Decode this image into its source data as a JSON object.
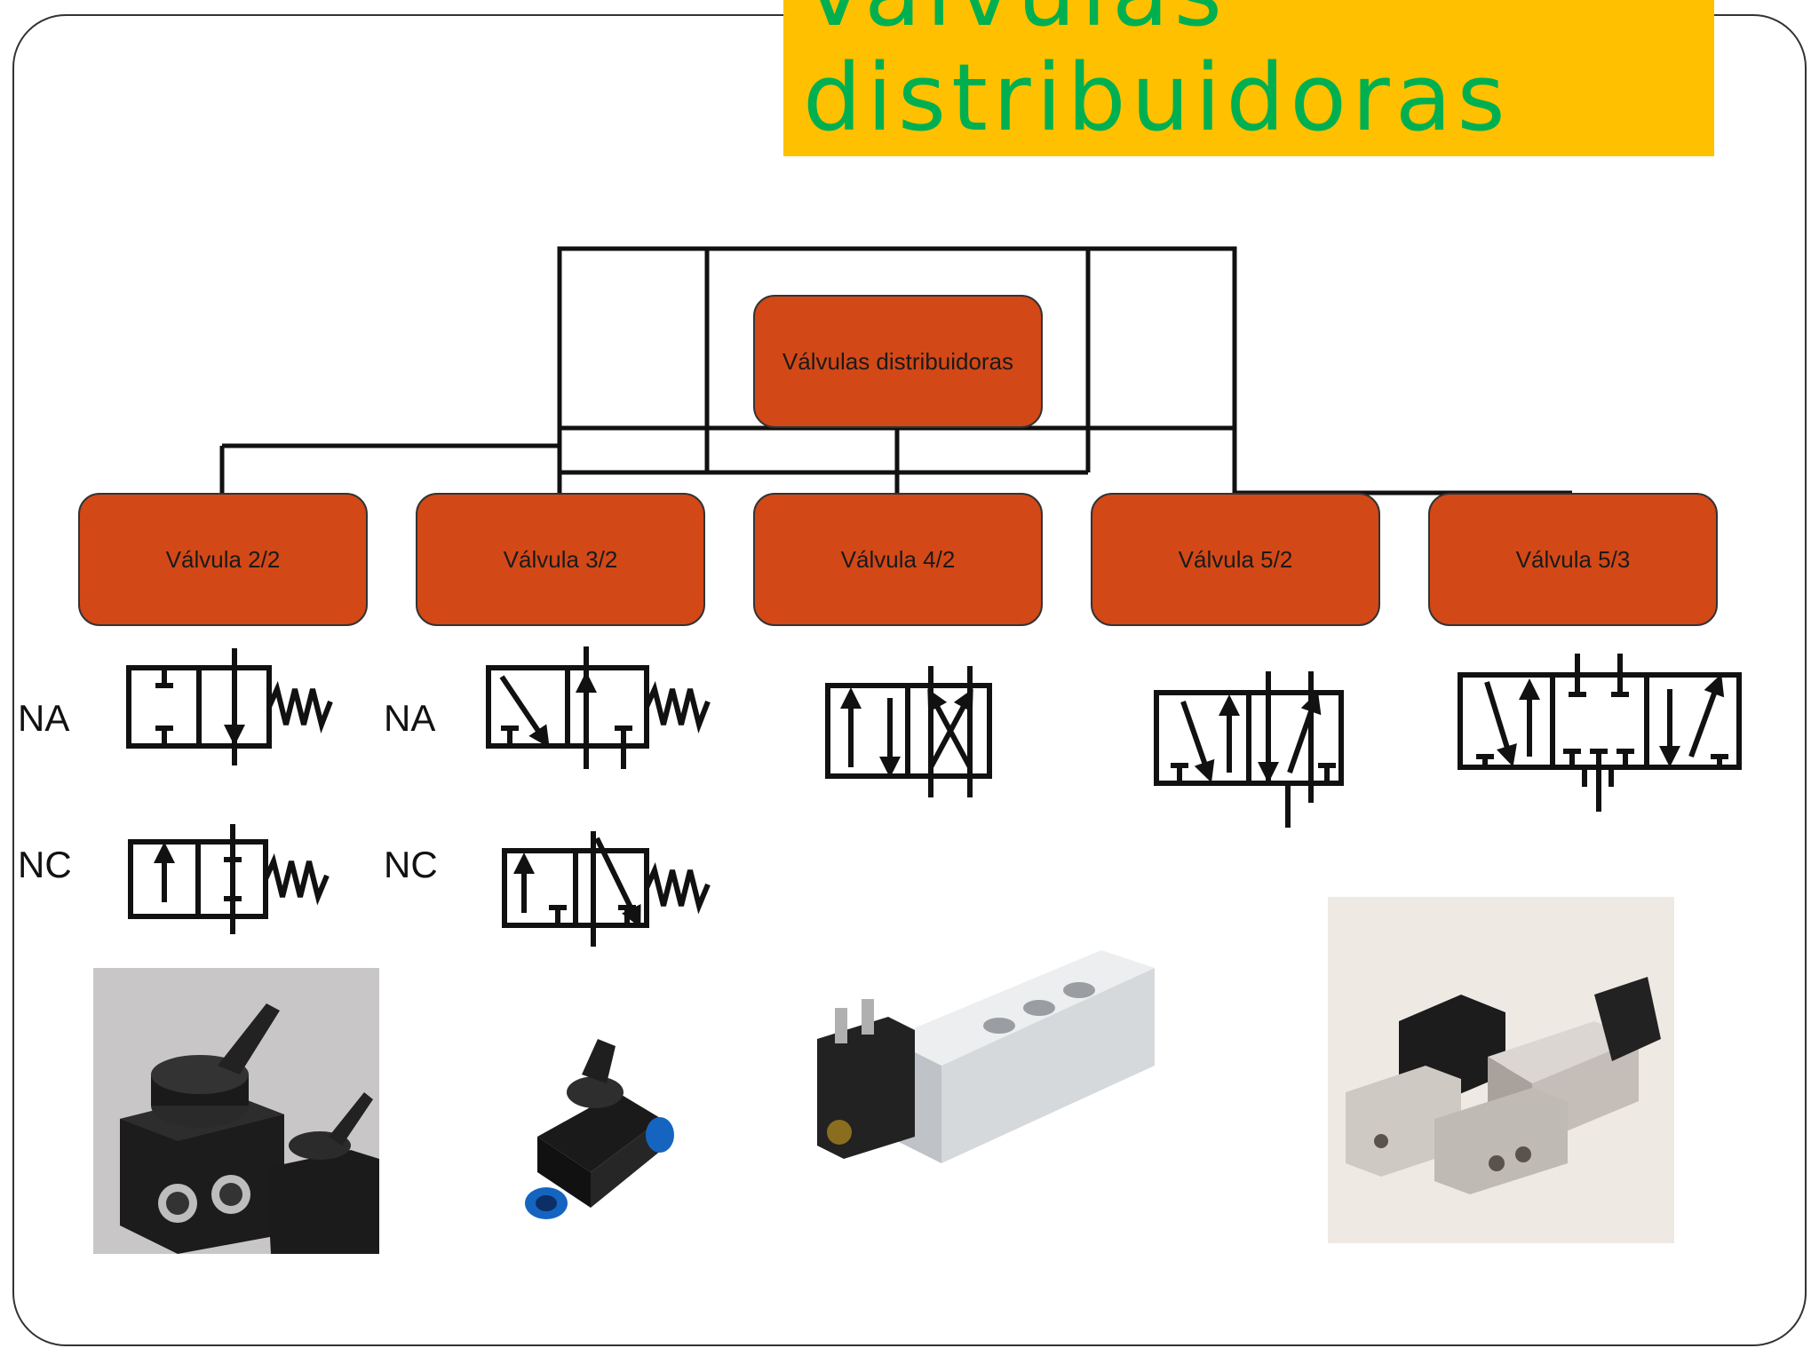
{
  "title": {
    "line1": "Válvulas",
    "line2": "distribuidoras"
  },
  "colors": {
    "banner": "#FFC000",
    "title_text": "#00B050",
    "node_fill": "#D34817"
  },
  "diagram": {
    "root": "Válvulas distribuidoras",
    "children": [
      "Válvula 2/2",
      "Válvula 3/2",
      "Válvula 4/2",
      "Válvula 5/2",
      "Válvula 5/3"
    ]
  },
  "labels": {
    "na_1": "NA",
    "nc_1": "NC",
    "na_2": "NA",
    "nc_2": "NC"
  },
  "photos": [
    {
      "name": "manual-rotary-valve-photo",
      "icon": "valve-photo"
    },
    {
      "name": "push-fit-ball-valve-photo",
      "icon": "valve-photo"
    },
    {
      "name": "solenoid-valve-photo",
      "icon": "valve-photo"
    },
    {
      "name": "valve-manifold-photo",
      "icon": "valve-photo"
    }
  ]
}
